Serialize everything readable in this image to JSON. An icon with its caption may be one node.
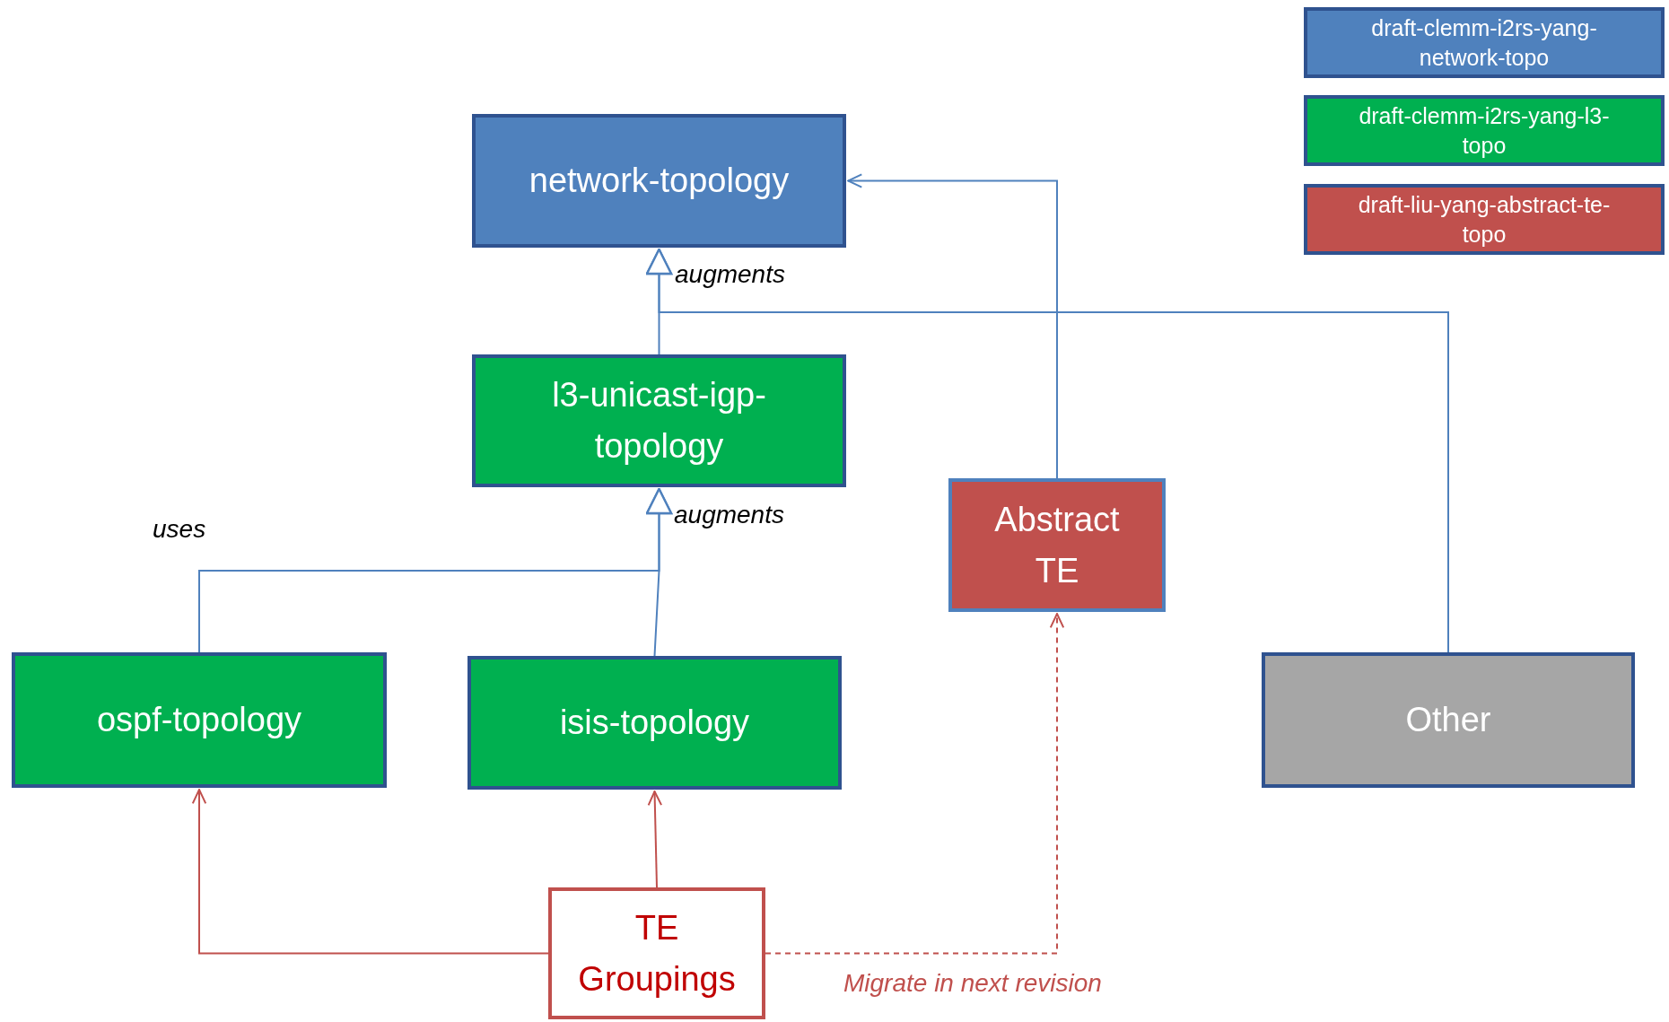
{
  "diagram": {
    "nodes": [
      {
        "text": [
          "network-topology"
        ]
      },
      {
        "text": [
          "l3-unicast-igp-topology"
        ]
      },
      {
        "text": [
          "Abstract TE"
        ]
      },
      {
        "text": [
          "ospf-topology"
        ]
      },
      {
        "text": [
          "isis-topology"
        ]
      },
      {
        "text": [
          "Other"
        ]
      },
      {
        "text": [
          "TE Groupings"
        ]
      }
    ],
    "edges": [
      {
        "from": 1,
        "to": 0,
        "arrow": "to",
        "label": "augments"
      },
      {
        "from": 5,
        "to": 0,
        "arrow": "to"
      },
      {
        "from": 2,
        "to": 0,
        "arrow": "to"
      },
      {
        "from": 4,
        "to": 1,
        "arrow": "to",
        "label": "augments"
      },
      {
        "from": 3,
        "to": 1,
        "arrow": "to",
        "label": "uses"
      },
      {
        "from": 6,
        "to": 3,
        "arrow": "to",
        "color": "#c0504d"
      },
      {
        "from": 6,
        "to": 4,
        "arrow": "to",
        "color": "#c0504d"
      },
      {
        "from": 6,
        "to": 2,
        "arrow": "to",
        "style": "dashed",
        "color": "#c0504d",
        "label": "Migrate in next revision"
      }
    ],
    "legend": [
      {
        "text": "draft-clemm-i2rs-yang-network-topo",
        "color": "#4f81bd"
      },
      {
        "text": "draft-clemm-i2rs-yang-l3-topo",
        "color": "#00b050"
      },
      {
        "text": "draft-liu-yang-abstract-te-topo",
        "color": "#c0504d"
      }
    ]
  }
}
